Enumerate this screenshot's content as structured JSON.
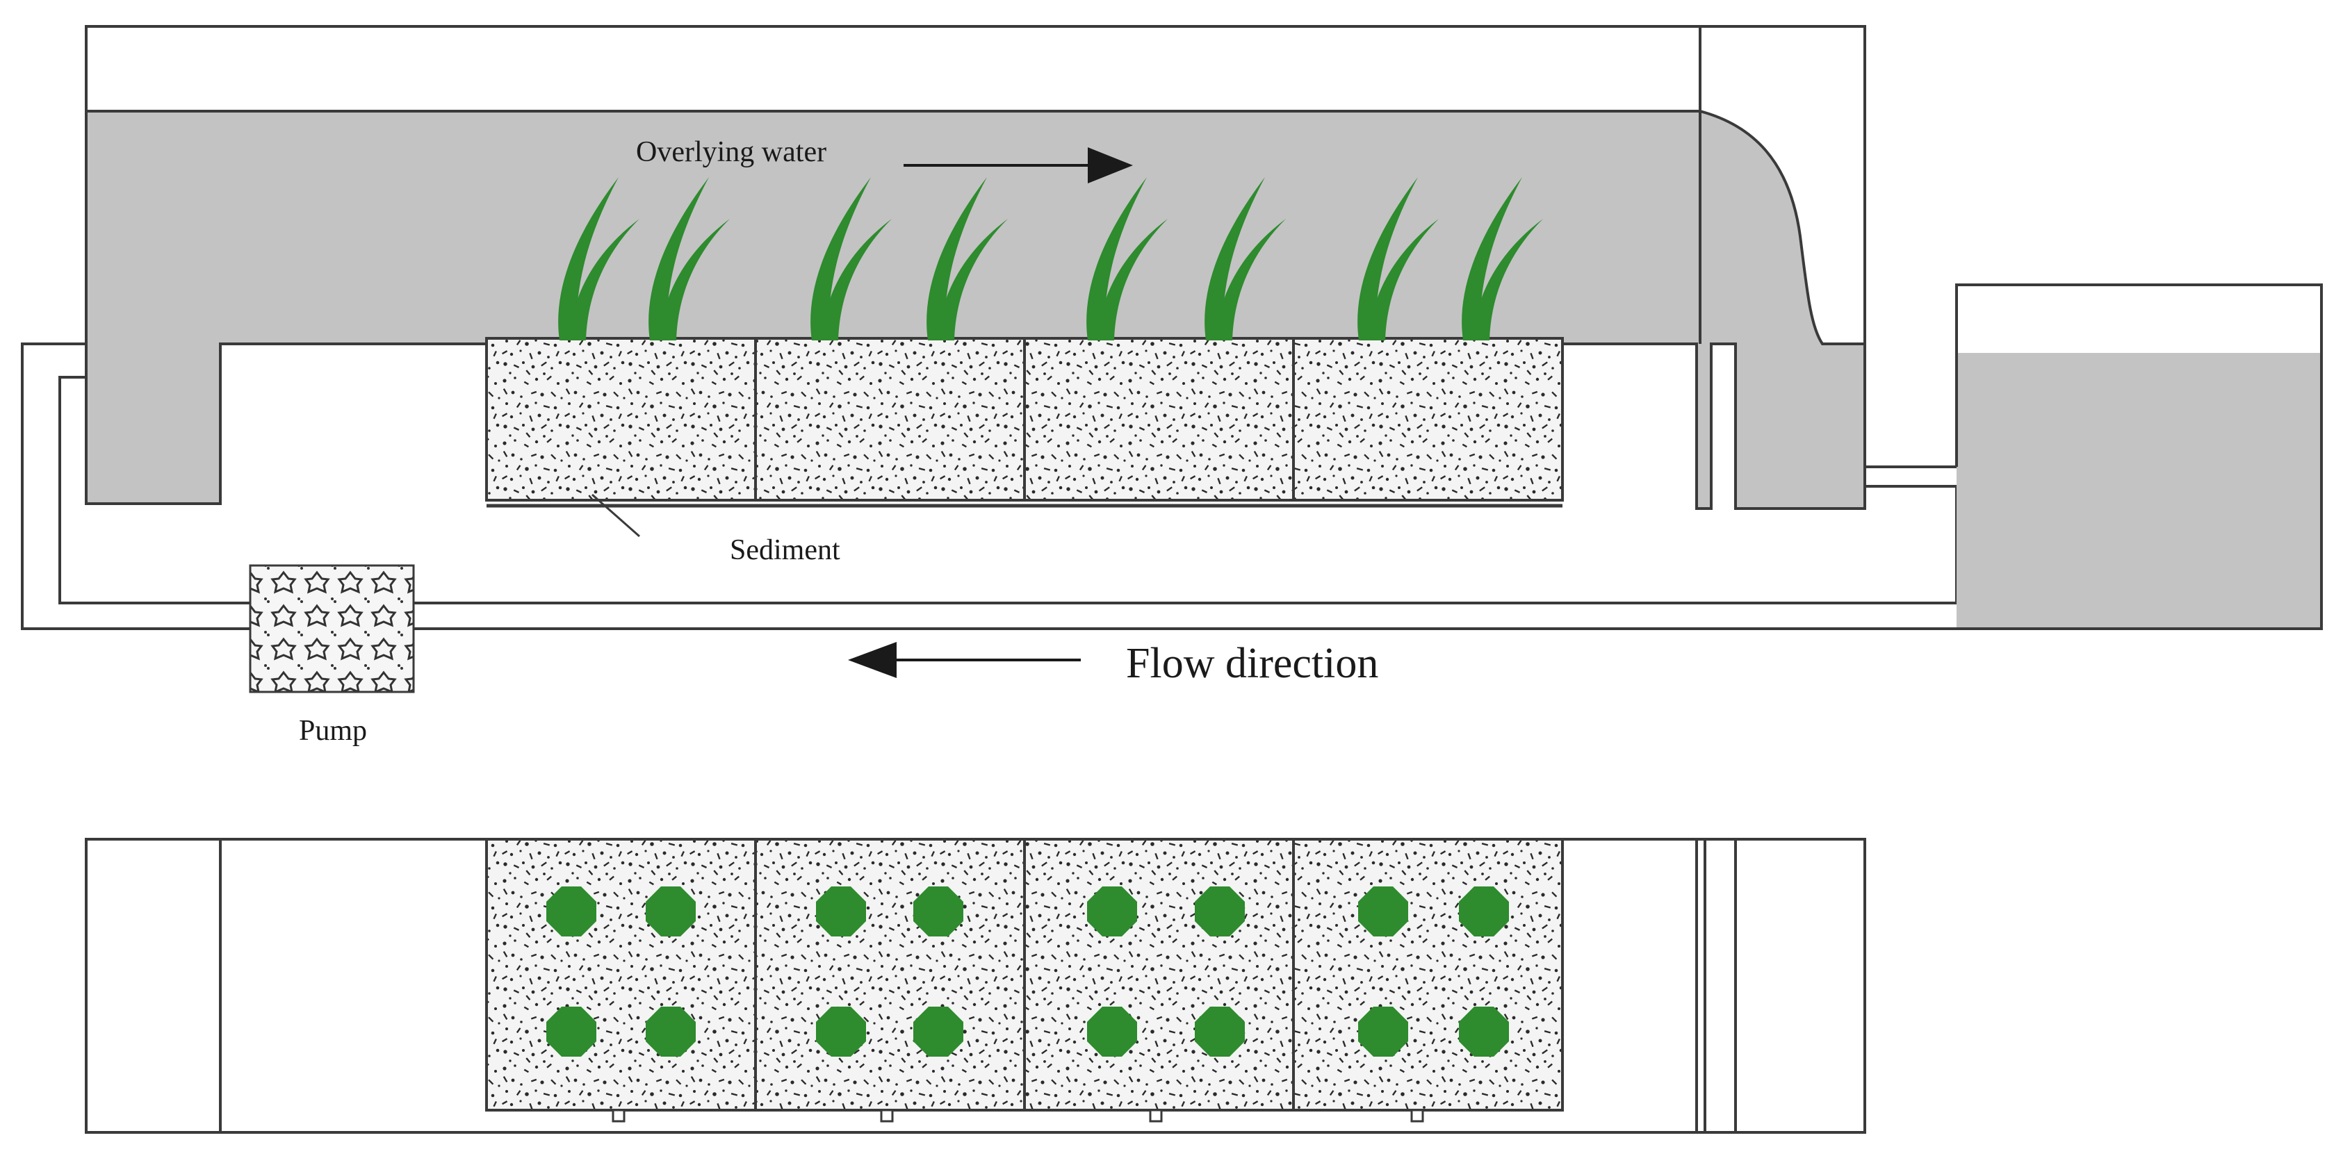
{
  "labels": {
    "overlying_water": "Overlying water",
    "sediment": "Sediment",
    "pump": "Pump",
    "flow_direction": "Flow direction"
  },
  "colors": {
    "water": "#c3c3c3",
    "plant": "#2e8b2e",
    "outline": "#3a3a3a",
    "sediment_fill": "#f4f4f4",
    "speckle": "#2a2a2a"
  },
  "icons": {
    "flow_arrow": "arrow-left-icon",
    "water_arrow": "arrow-right-icon",
    "pump": "pump-icon"
  }
}
